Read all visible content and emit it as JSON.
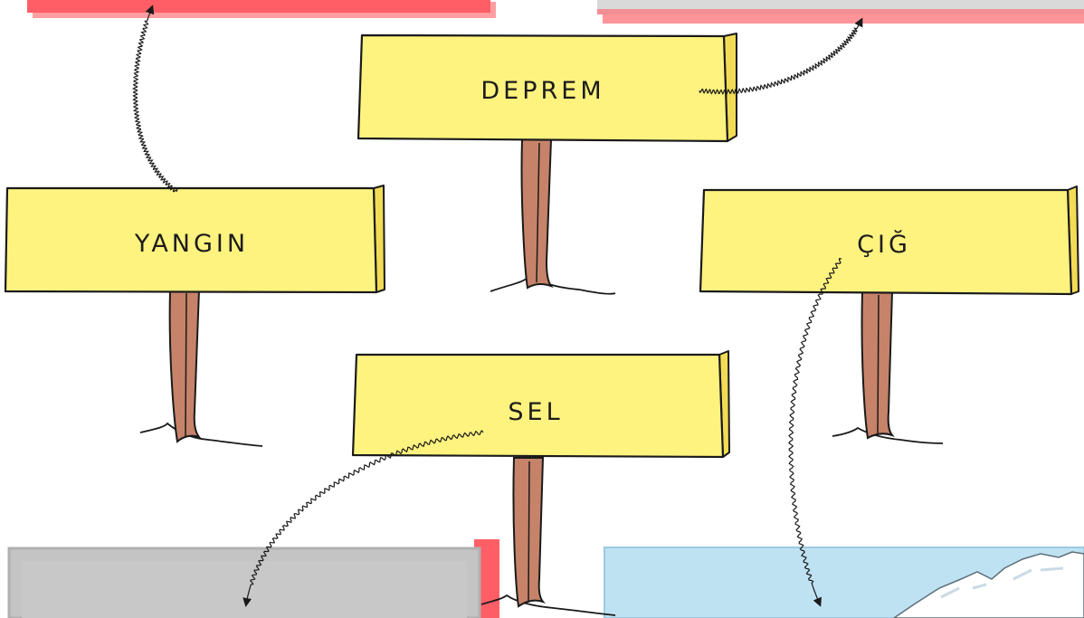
{
  "signs": [
    {
      "id": "deprem",
      "label": "DEPREM"
    },
    {
      "id": "yangin",
      "label": "YANGIN"
    },
    {
      "id": "cig",
      "label": "ÇIĞ"
    },
    {
      "id": "sel",
      "label": "SEL"
    }
  ],
  "arrows": [
    {
      "from": "deprem",
      "to": "top-right-image"
    },
    {
      "from": "yangin",
      "to": "top-left-image"
    },
    {
      "from": "cig",
      "to": "bottom-right-image"
    },
    {
      "from": "sel",
      "to": "bottom-left-image"
    }
  ],
  "colors": {
    "sign_face": "#fff37f",
    "sign_side": "#f2dc55",
    "post": "#c6836a",
    "outline": "#1a1a1a",
    "image_shadow": "#ff5e66",
    "photo_gray": "#c4c4c4",
    "sky": "#bfe2f3",
    "snow": "#ffffff"
  }
}
